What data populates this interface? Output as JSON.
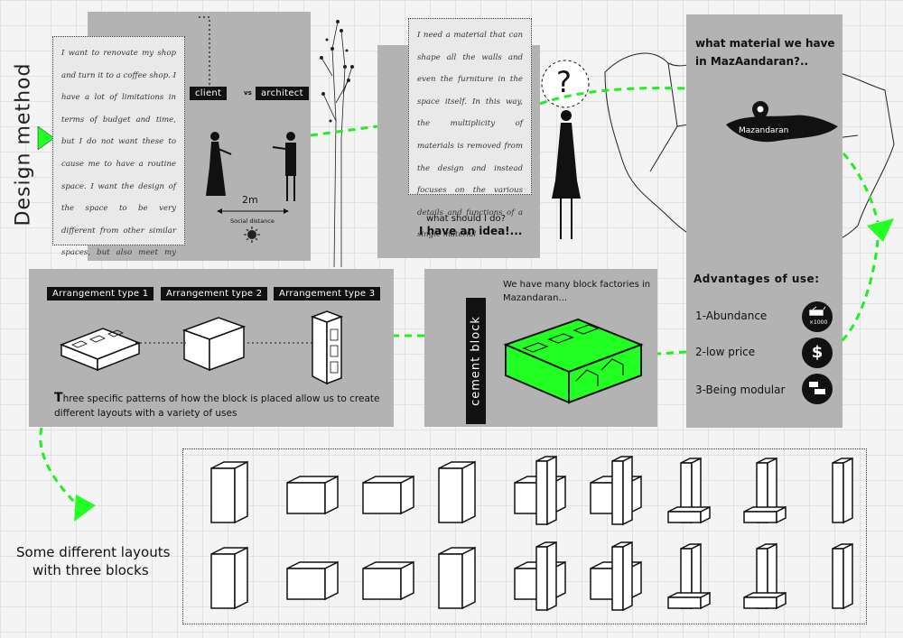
{
  "title": "Design method",
  "story": {
    "client_text": "I want to renovate my shop and turn it to a coffee shop. I have a lot of limitations in terms of budget and time, but I do not want these to cause me to have a routine space. I want the design of the space to be very different from other similar spaces, but also meet my limitations too. Can you help me with that?...",
    "client_label": "client",
    "vs_label": "vs",
    "architect_label": "architect",
    "distance_label": "2m",
    "social_distance_label": "Social distance"
  },
  "idea": {
    "text": "I need a material that can shape all the walls and even the furniture in the space itself. In this way, the multiplicity of materials is removed from the design and instead focuses on the various details and functions of a single material",
    "question": "what should I do?",
    "answer": "I have an idea!...",
    "question_mark": "?"
  },
  "map": {
    "question": "what material we have in MazAandaran?..",
    "region_label": "Mazandaran"
  },
  "advantages": {
    "title": "Advantages of use:",
    "items": [
      {
        "label": "1-Abundance",
        "icon": "blocks-stack-icon",
        "badge": "×1000"
      },
      {
        "label": "2-low price",
        "icon": "dollar-icon",
        "badge": "$"
      },
      {
        "label": "3-Being modular",
        "icon": "modular-block-icon",
        "badge": ""
      }
    ]
  },
  "cement": {
    "vertical_label": "cement block",
    "text": "We have many block factories in Mazandaran...",
    "accent": "#22ff22"
  },
  "arrangements": {
    "types": [
      "Arrangement type 1",
      "Arrangement type 2",
      "Arrangement type 3"
    ],
    "description_lead": "T",
    "description": "hree specific patterns of how the block is placed allow us to create different layouts with a variety of uses"
  },
  "layouts": {
    "caption_line1": "Some different layouts",
    "caption_line2": "with three blocks"
  },
  "colors": {
    "panel": "#b3b3b3",
    "accent_green": "#22ff22",
    "dark": "#111111"
  }
}
